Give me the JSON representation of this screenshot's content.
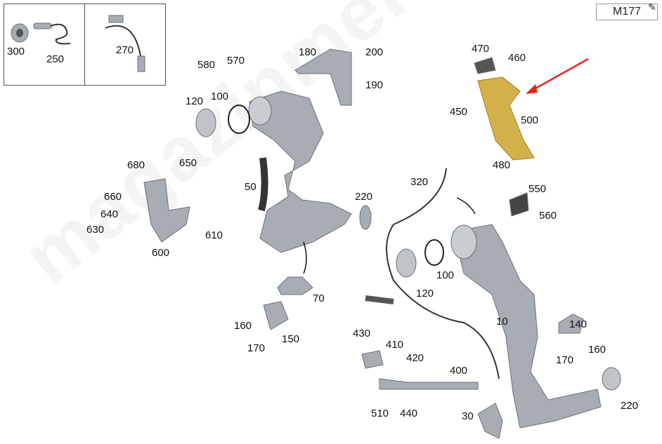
{
  "model": {
    "code": "M177",
    "edit_icon": "edit-icon"
  },
  "watermark": "magazinmercedes.ru",
  "inset_labels": [
    "300",
    "250",
    "270"
  ],
  "callouts": [
    "580",
    "570",
    "180",
    "200",
    "190",
    "120",
    "100",
    "470",
    "460",
    "450",
    "500",
    "480",
    "680",
    "650",
    "50",
    "220",
    "320",
    "550",
    "660",
    "640",
    "560",
    "630",
    "610",
    "600",
    "100",
    "120",
    "70",
    "10",
    "140",
    "160",
    "150",
    "170",
    "430",
    "410",
    "160",
    "170",
    "420",
    "400",
    "220",
    "510",
    "440",
    "30"
  ],
  "colors": {
    "highlight": "#d4b04a",
    "arrow": "#e8221b",
    "part": "#9aa0a8"
  }
}
